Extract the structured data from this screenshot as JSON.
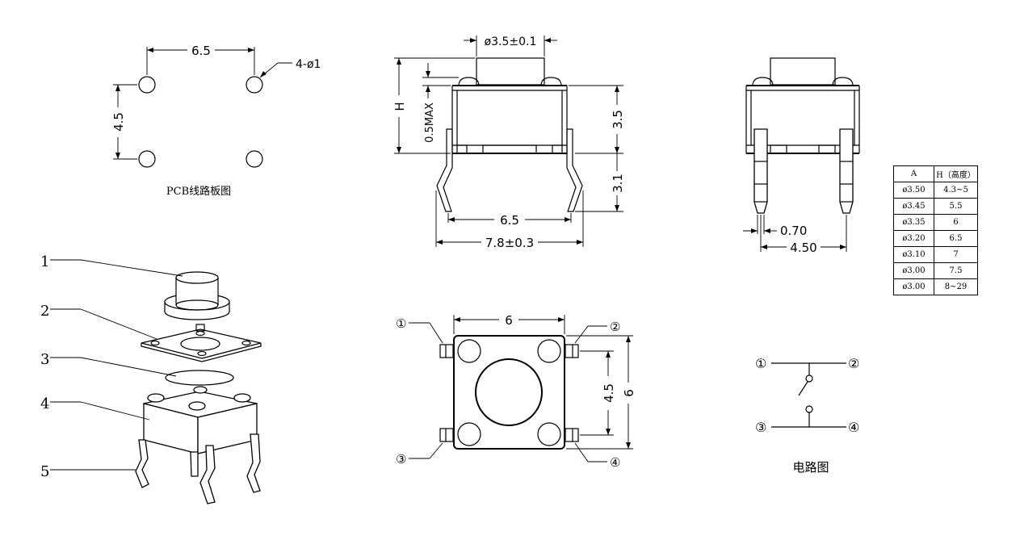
{
  "pcb": {
    "pitch_x": "6.5",
    "pitch_y": "4.5",
    "hole_callout": "4-ø1",
    "caption": "PCB线路板图"
  },
  "exploded": {
    "part_numbers": [
      "1",
      "2",
      "3",
      "4",
      "5"
    ]
  },
  "front_view": {
    "cap_diameter": "ø3.5±0.1",
    "height_label": "H",
    "max_label": "0.5MAX",
    "body_height": "3.5",
    "pin_length": "3.1",
    "pin_pitch": "6.5",
    "overall_width": "7.8±0.3"
  },
  "side_view": {
    "pin_width": "0.70",
    "pin_span": "4.50"
  },
  "top_view": {
    "width": "6",
    "height": "6",
    "pin_spacing": "4.5",
    "pins": [
      "①",
      "②",
      "③",
      "④"
    ]
  },
  "circuit": {
    "pins": [
      "①",
      "②",
      "③",
      "④"
    ],
    "caption": "电路图"
  },
  "spec_table": {
    "headers": [
      "A",
      "H（高度）"
    ],
    "rows": [
      [
        "ø3.50",
        "4.3~5"
      ],
      [
        "ø3.45",
        "5.5"
      ],
      [
        "ø3.35",
        "6"
      ],
      [
        "ø3.20",
        "6.5"
      ],
      [
        "ø3.10",
        "7"
      ],
      [
        "ø3.00",
        "7.5"
      ],
      [
        "ø3.00",
        "8~29"
      ]
    ]
  }
}
